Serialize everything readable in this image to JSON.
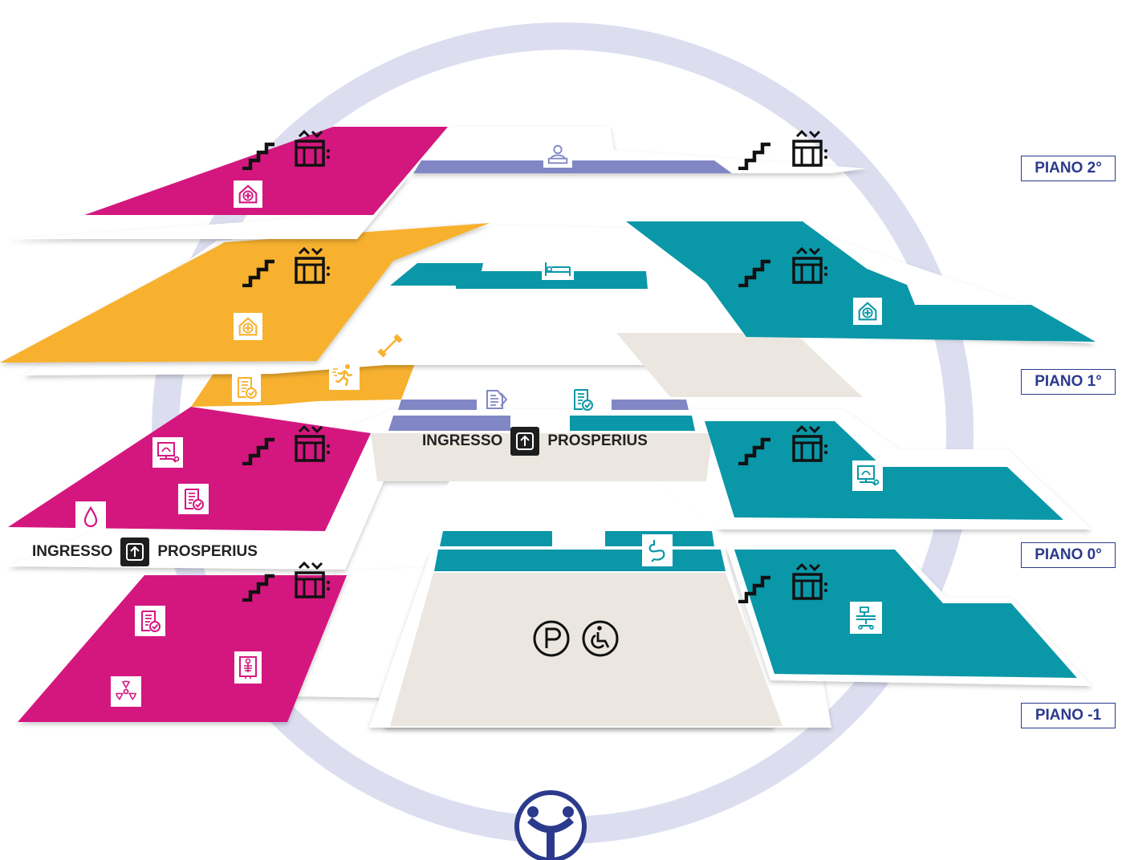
{
  "floors": [
    {
      "id": "p2",
      "label": "PIANO 2°"
    },
    {
      "id": "p1",
      "label": "PIANO 1°"
    },
    {
      "id": "p0",
      "label": "PIANO 0°"
    },
    {
      "id": "pm1",
      "label": "PIANO -1"
    }
  ],
  "entrances": [
    {
      "word1": "INGRESSO",
      "word2": "PROSPERIUS"
    },
    {
      "word1": "INGRESSO",
      "word2": "PROSPERIUS"
    }
  ],
  "colors": {
    "magenta": "#d4177f",
    "orange": "#f7b12f",
    "teal": "#0a97a8",
    "lavender": "#8187c4",
    "beige": "#ebe7e0",
    "ring": "#dcdef0",
    "navy": "#2b3a8c"
  },
  "icons": {
    "stairs": "stairs-icon",
    "elevator": "elevator-icon",
    "ward": "hospital-ward-icon",
    "reception": "reception-icon",
    "bed": "hospital-bed-icon",
    "gym": "dumbbell-icon",
    "physio": "running-person-icon",
    "report": "medical-report-icon",
    "documents": "documents-icon",
    "ultrasound": "ultrasound-icon",
    "blood": "blood-drop-icon",
    "stomach": "stomach-icon",
    "radiology": "radiation-icon",
    "xray": "xray-icon",
    "surgery": "operating-table-icon",
    "parking": "parking-icon",
    "wheelchair": "wheelchair-icon",
    "logo": "clinic-logo"
  }
}
